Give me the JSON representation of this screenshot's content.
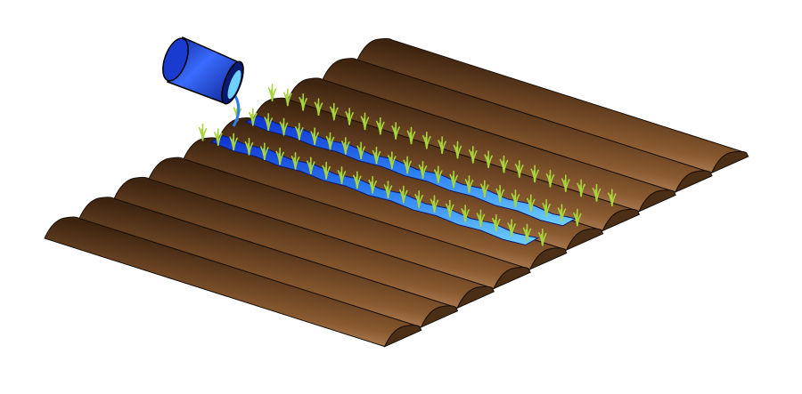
{
  "illustration": {
    "subject": "furrow-irrigation",
    "colors": {
      "soil_light": "#d9a77a",
      "soil_mid": "#9c6a3e",
      "soil_dark": "#4a2e16",
      "water_light": "#6fd0ff",
      "water_dark": "#1030d0",
      "bucket": "#2a4fe0",
      "bucket_dark": "#0b1f8a",
      "grass": "#a6d43a"
    },
    "ridge_count": 10,
    "watered_furrows": 2
  }
}
